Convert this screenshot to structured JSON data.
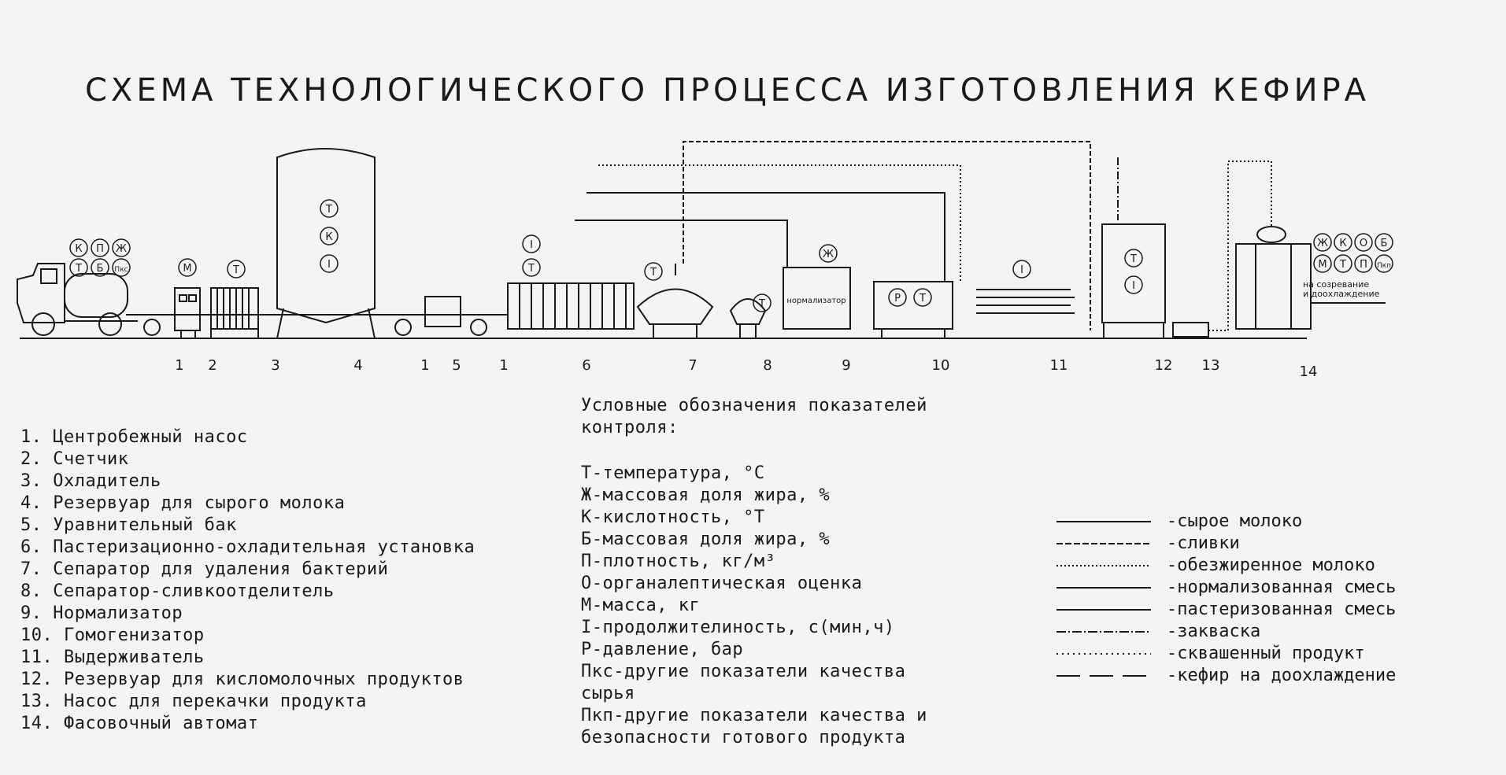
{
  "title": "СХЕМА ТЕХНОЛОГИЧЕСКОГО ПРОЦЕССА ИЗГОТОВЛЕНИЯ КЕФИРА",
  "equipment_numbers": [
    "1",
    "2",
    "3",
    "4",
    "1",
    "5",
    "1",
    "6",
    "7",
    "8",
    "9",
    "10",
    "11",
    "12",
    "13",
    "14"
  ],
  "normalizer_label": "нормализатор",
  "output_label": [
    "на созревание",
    "и доохлаждение"
  ],
  "indicator_groups": {
    "truck": [
      "К",
      "П",
      "Ж",
      "Т",
      "Б",
      "Пкс"
    ],
    "counter": [
      "М"
    ],
    "cooler": [
      "Т"
    ],
    "tank": [
      "Т",
      "К",
      "I"
    ],
    "pasteurizer": [
      "I",
      "Т"
    ],
    "separator_bacteria": [
      "Т"
    ],
    "separator_cream": [
      "Т"
    ],
    "normalizer": [
      "Ж"
    ],
    "homogenizer": [
      "Р",
      "Т"
    ],
    "holder": [
      "I"
    ],
    "ferment_tank": [
      "Т",
      "I"
    ],
    "filler": [
      "Ж",
      "К",
      "О",
      "Б",
      "М",
      "Т",
      "П",
      "Пкп"
    ]
  },
  "equipment_list": [
    "1. Центробежный насос",
    "2. Счетчик",
    "3. Охладитель",
    "4. Резервуар для сырого молока",
    "5. Уравнительный бак",
    "6. Пастеризационно-охладительная установка",
    "7. Сепаратор для удаления бактерий",
    "8. Сепаратор-сливкоотделитель",
    "9. Нормализатор",
    "10. Гомогенизатор",
    "11. Выдерживатель",
    "12. Резервуар для кисломолочных продуктов",
    "13. Насос для перекачки продукта",
    "14. Фасовочный автомат"
  ],
  "indicators_header": [
    "Условные обозначения показателей",
    "контроля:"
  ],
  "indicators": [
    "Т-температура, °С",
    "Ж-массовая доля жира, %",
    "К-кислотность, °Т",
    "Б-массовая доля жира, %",
    "П-плотность, кг/м³",
    "О-органалептическая оценка",
    "М-масса, кг",
    "I-продолжителиность, с(мин,ч)",
    "Р-давление, бар",
    "Пкс-другие показатели качества",
    "сырья",
    "Пкп-другие показатели качества и",
    "безопасности готового продукта"
  ],
  "line_legend": [
    {
      "style": "solid",
      "label": "-сырое молоко"
    },
    {
      "style": "dotted-solid",
      "label": "-сливки"
    },
    {
      "style": "fine-dotted",
      "label": "-обезжиренное молоко"
    },
    {
      "style": "solid",
      "label": "-нормализованная смесь"
    },
    {
      "style": "solid",
      "label": "-пастеризованная смесь"
    },
    {
      "style": "dash-dot",
      "label": "-закваска"
    },
    {
      "style": "dotted",
      "label": "-сквашенный продукт"
    },
    {
      "style": "long-dash",
      "label": "-кефир на доохлаждение"
    }
  ]
}
